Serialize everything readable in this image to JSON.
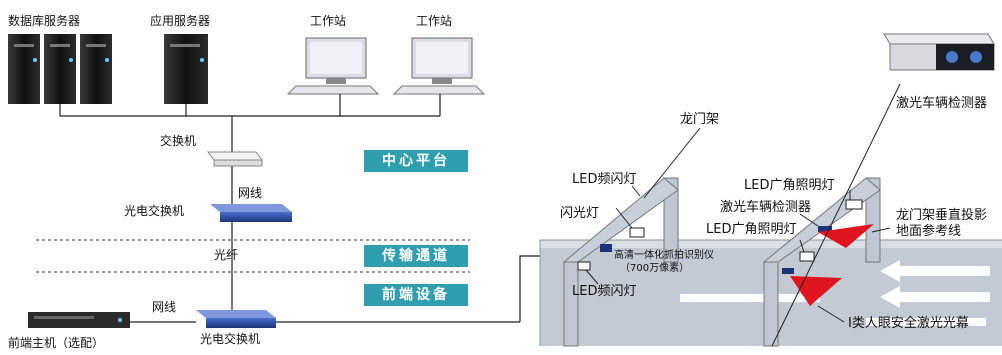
{
  "colors": {
    "band": "#2f9fb0",
    "laser": "#e0141e",
    "road": "#bfc7d2",
    "device_blue": "#2b4fa8"
  },
  "servers": {
    "db_label": "数据库服务器",
    "app_label": "应用服务器"
  },
  "workstations": {
    "left_label": "工作站",
    "right_label": "工作站"
  },
  "center": {
    "switch_label": "交换机",
    "net_line_top": "网线",
    "oe_switch_top": "光电交换机",
    "fiber_label": "光纤",
    "net_line_bottom": "网线",
    "oe_switch_bottom": "光电交换机",
    "front_host": "前端主机（选配）"
  },
  "bands": {
    "center_platform": "中心平台",
    "transmission": "传输通道",
    "frontend": "前端设备"
  },
  "scene": {
    "gantry": "龙门架",
    "laser_detector_top": "激光车辆检测器",
    "led_flash_upper": "LED频闪灯",
    "flash_lamp": "闪光灯",
    "hd_camera": "高清一体化抓拍识别仪",
    "camera_pixels": "（700万像素）",
    "led_flash_lower": "LED频闪灯",
    "led_wide_upper": "LED广角照明灯",
    "laser_detector_mid": "激光车辆检测器",
    "led_wide_lower": "LED广角照明灯",
    "gantry_projection_1": "龙门架垂直投影",
    "gantry_projection_2": "地面参考线",
    "safety_laser": "I类人眼安全激光光幕"
  }
}
